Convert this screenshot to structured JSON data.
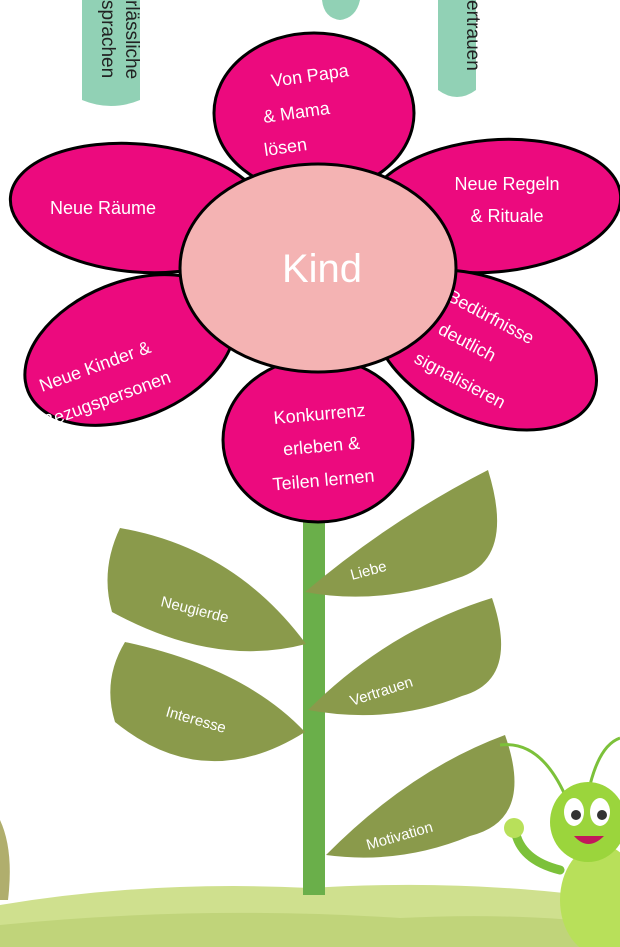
{
  "raindrops": [
    {
      "lines": [
        "rlässliche",
        "sprachen"
      ]
    },
    {
      "lines": [
        "ertrauen"
      ]
    }
  ],
  "center": {
    "label": "Kind"
  },
  "petals": [
    {
      "id": "top",
      "lines": [
        "Von Papa",
        "& Mama",
        "lösen"
      ]
    },
    {
      "id": "left",
      "lines": [
        "Neue Räume"
      ]
    },
    {
      "id": "right",
      "lines": [
        "Neue Regeln",
        "& Rituale"
      ]
    },
    {
      "id": "lower-left",
      "lines": [
        "Neue Kinder &",
        "Bezugspersonen"
      ]
    },
    {
      "id": "lower-right",
      "lines": [
        "Bedürfnisse",
        "deutlich",
        "signalisieren"
      ]
    },
    {
      "id": "bottom",
      "lines": [
        "Konkurrenz",
        "erleben &",
        "Teilen lernen"
      ]
    }
  ],
  "leaves": [
    {
      "id": "left-upper",
      "label": "Neugierde"
    },
    {
      "id": "left-lower",
      "label": "Interesse"
    },
    {
      "id": "right-top",
      "label": "Liebe"
    },
    {
      "id": "right-middle",
      "label": "Vertrauen"
    },
    {
      "id": "right-bottom",
      "label": "Motivation"
    }
  ],
  "colors": {
    "petal": "#EC0A7E",
    "petal_outline": "#000000",
    "center": "#F4B3B3",
    "leaf": "#8A9A4B",
    "stem": "#6AAF4A",
    "drop": "#7EC9A8",
    "ground": "#CFE08E",
    "grasshopper": "#9BD53C"
  }
}
